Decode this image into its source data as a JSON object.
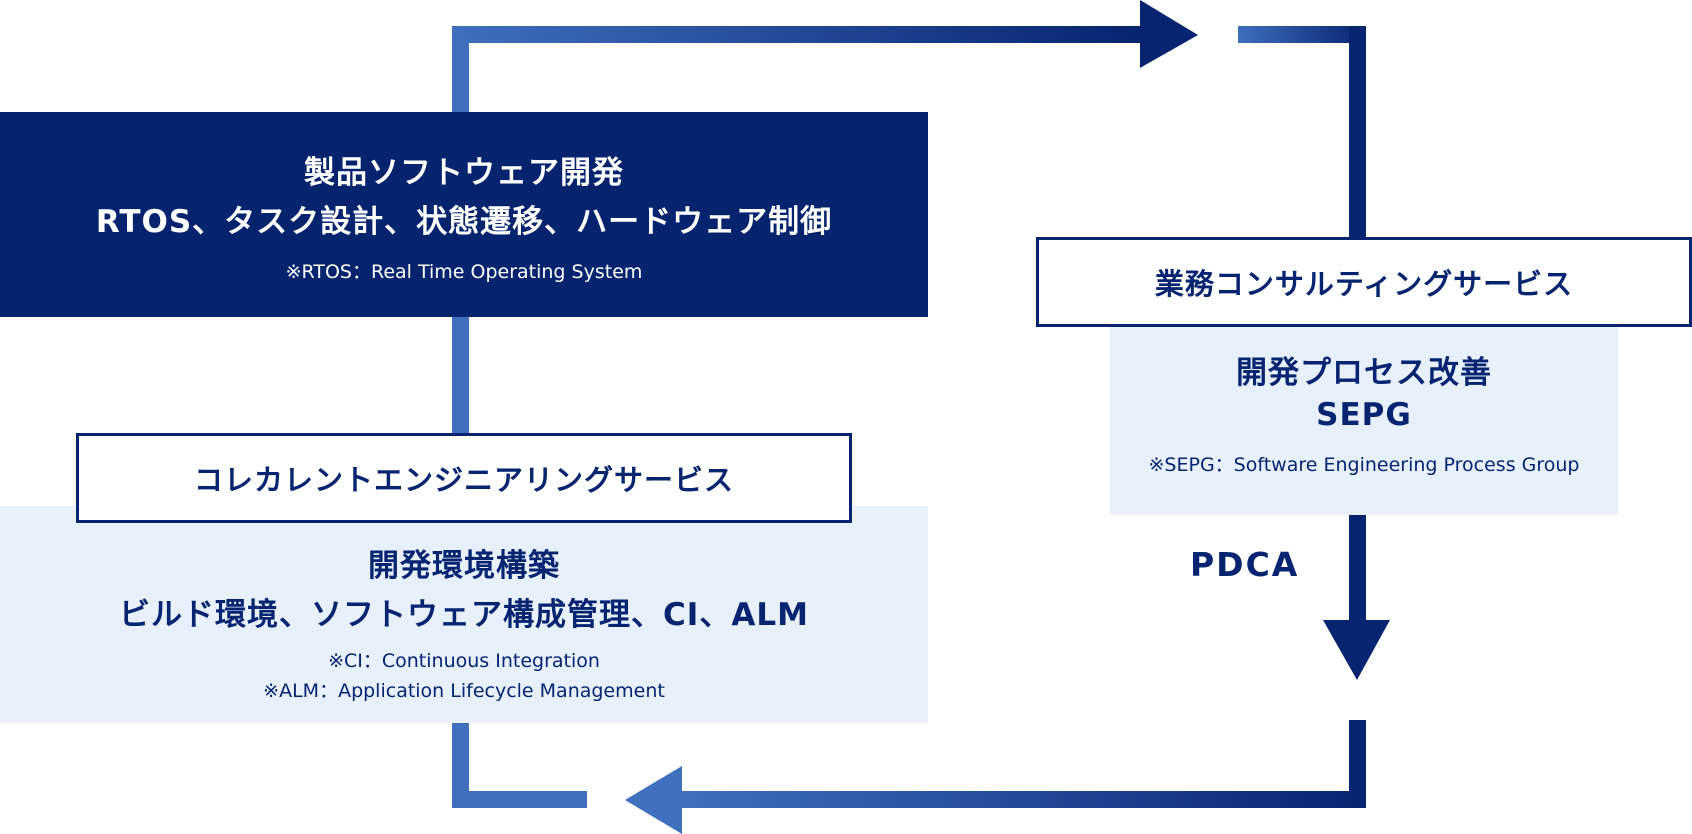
{
  "colors": {
    "dark_navy": "#06246e",
    "light_blue_bg": "#e8f0fc",
    "arrow_light": "#3f6fbd",
    "arrow_dark": "#062470"
  },
  "product_dev": {
    "title": "製品ソフトウェア開発",
    "subtitle": "RTOS、タスク設計、状態遷移、ハードウェア制御",
    "note": "※RTOS：Real Time Operating System"
  },
  "consulting": {
    "label": "業務コンサルティングサービス",
    "title": "開発プロセス改善",
    "subtitle": "SEPG",
    "note": "※SEPG：Software Engineering Process Group"
  },
  "concurrent": {
    "label": "コレカレントエンジニアリングサービス",
    "title": "開発環境構築",
    "subtitle": "ビルド環境、ソフトウェア構成管理、CI、ALM",
    "notes": [
      "※CI：Continuous Integration",
      "※ALM：Application Lifecycle Management"
    ]
  },
  "cycle_label": "PDCA"
}
